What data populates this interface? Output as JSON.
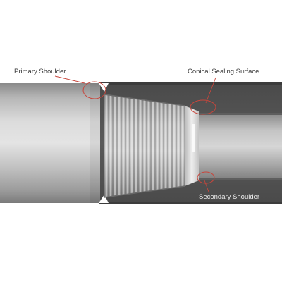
{
  "labels": {
    "primary_shoulder": "Primary Shoulder",
    "conical_sealing_surface": "Conical Sealing Surface",
    "secondary_shoulder": "Secondary Shoulder"
  },
  "colors": {
    "label_dark": "#3a3a3a",
    "label_light": "#eeeeee",
    "callout_red": "#c8463c",
    "housing": "#545454",
    "housing_edge": "#3c3c3c"
  }
}
